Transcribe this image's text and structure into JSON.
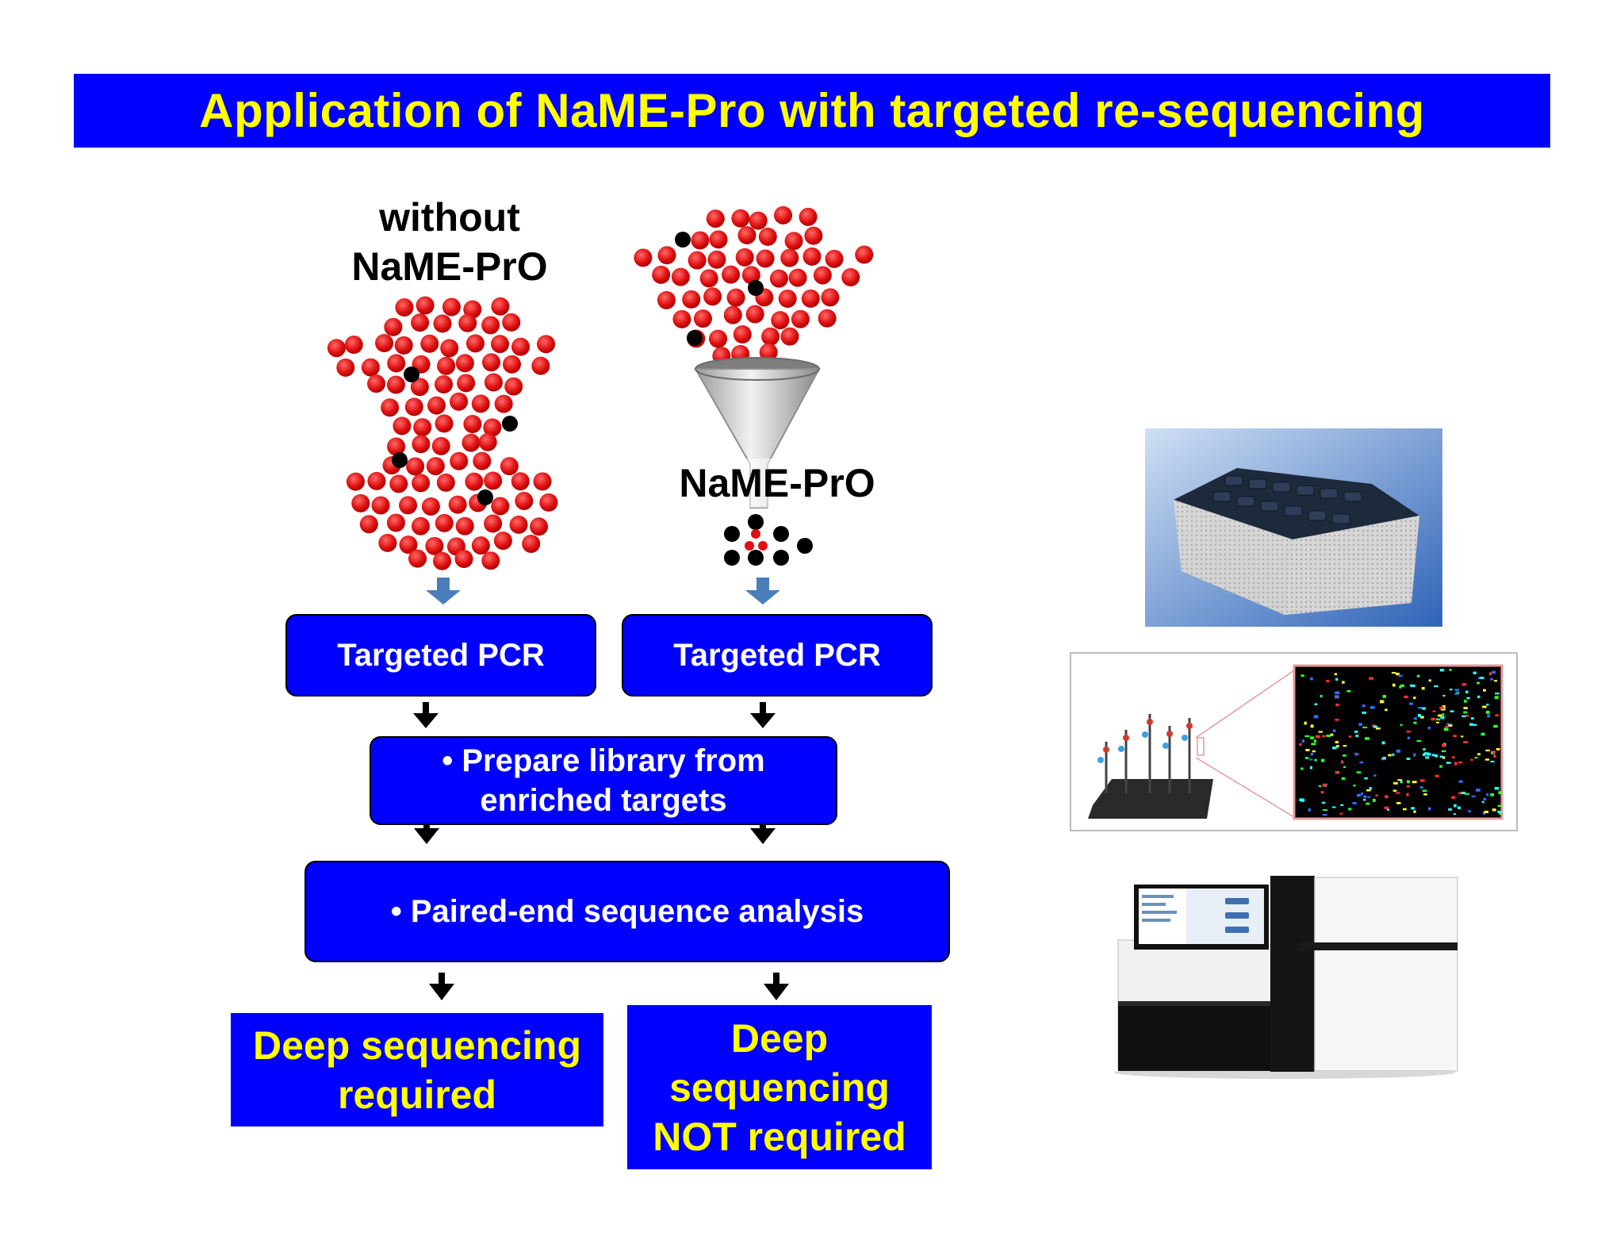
{
  "title": "Application of NaME-Pro with targeted re-sequencing",
  "left_column": {
    "label_line1": "without",
    "label_line2": "NaME-PrO",
    "pcr_box": "Targeted PCR",
    "result": "Deep sequencing required"
  },
  "right_column": {
    "filter_label": "NaME-PrO",
    "pcr_box": "Targeted PCR",
    "result_line1": "Deep",
    "result_line2": "sequencing",
    "result_line3": "NOT required"
  },
  "shared_steps": {
    "library_line1": "• Prepare library from",
    "library_line2": "enriched targets",
    "paired_end": "• Paired-end sequence analysis"
  },
  "colors": {
    "title_bar": "#0000ff",
    "title_text": "#ffff00",
    "box_fill": "#0000ff",
    "box_text": "#ffffff",
    "result_text": "#ffff00",
    "mutant_dot": "#000000",
    "wildtype_dot": "#e01010",
    "down_arrow_blue": "#4a7ebb"
  },
  "icons": {
    "filter": "funnel-icon",
    "sequencer_1": "benchtop-sequencer-icon",
    "flow_cell": "flow-cell-cluster-icon",
    "sequencer_2": "hiseq-sequencer-icon"
  }
}
